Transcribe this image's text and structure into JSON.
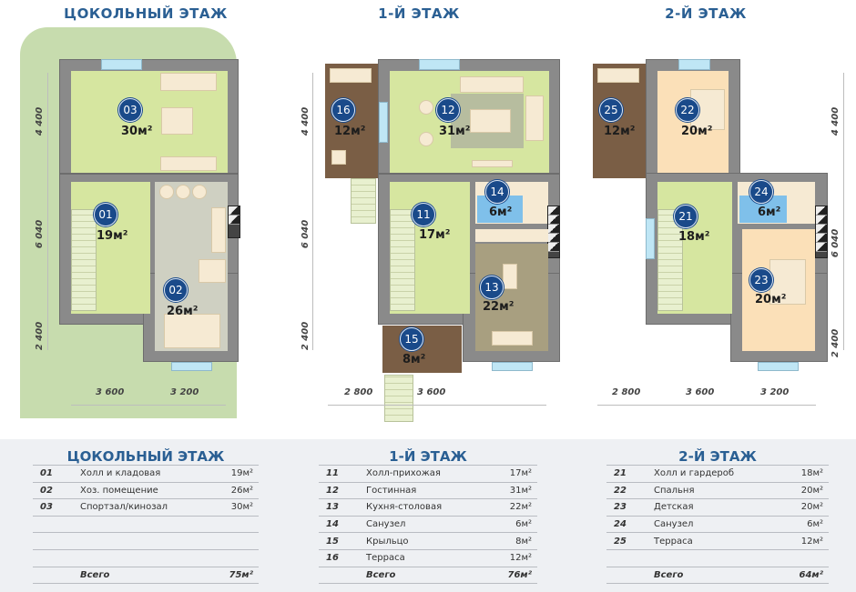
{
  "floors": [
    {
      "title": "ЦОКОЛЬНЫЙ ЭТАЖ",
      "rooms": [
        {
          "num": "03",
          "area": "30м²"
        },
        {
          "num": "01",
          "area": "19м²"
        },
        {
          "num": "02",
          "area": "26м²"
        }
      ],
      "dims": {
        "v": [
          "4 400",
          "6 040",
          "2 400"
        ],
        "h": [
          "3 600",
          "3 200"
        ]
      }
    },
    {
      "title": "1-Й ЭТАЖ",
      "rooms": [
        {
          "num": "16",
          "area": "12м²"
        },
        {
          "num": "12",
          "area": "31м²"
        },
        {
          "num": "14",
          "area": "6м²"
        },
        {
          "num": "11",
          "area": "17м²"
        },
        {
          "num": "13",
          "area": "22м²"
        },
        {
          "num": "15",
          "area": "8м²"
        }
      ],
      "dims": {
        "v": [
          "4 400",
          "6 040",
          "2 400"
        ],
        "h": [
          "2 800",
          "3 600"
        ]
      }
    },
    {
      "title": "2-Й ЭТАЖ",
      "rooms": [
        {
          "num": "25",
          "area": "12м²"
        },
        {
          "num": "22",
          "area": "20м²"
        },
        {
          "num": "24",
          "area": "6м²"
        },
        {
          "num": "21",
          "area": "18м²"
        },
        {
          "num": "23",
          "area": "20м²"
        }
      ],
      "dims": {
        "v": [
          "4 400",
          "6 040",
          "2 400"
        ],
        "h": [
          "2 800",
          "3 600",
          "3 200"
        ]
      }
    }
  ],
  "tables": [
    {
      "title": "ЦОКОЛЬНЫЙ ЭТАЖ",
      "rows": [
        {
          "num": "01",
          "name": "Холл и кладовая",
          "area": "19м²"
        },
        {
          "num": "02",
          "name": "Хоз. помещение",
          "area": "26м²"
        },
        {
          "num": "03",
          "name": "Спортзал/кинозал",
          "area": "30м²"
        },
        {
          "num": "",
          "name": "",
          "area": ""
        },
        {
          "num": "",
          "name": "",
          "area": ""
        },
        {
          "num": "",
          "name": "",
          "area": ""
        }
      ],
      "total_label": "Всего",
      "total": "75м²"
    },
    {
      "title": "1-Й ЭТАЖ",
      "rows": [
        {
          "num": "11",
          "name": "Холл-прихожая",
          "area": "17м²"
        },
        {
          "num": "12",
          "name": "Гостинная",
          "area": "31м²"
        },
        {
          "num": "13",
          "name": "Кухня-столовая",
          "area": "22м²"
        },
        {
          "num": "14",
          "name": "Санузел",
          "area": "6м²"
        },
        {
          "num": "15",
          "name": "Крыльцо",
          "area": "8м²"
        },
        {
          "num": "16",
          "name": "Терраса",
          "area": "12м²"
        }
      ],
      "total_label": "Всего",
      "total": "76м²"
    },
    {
      "title": "2-Й ЭТАЖ",
      "rows": [
        {
          "num": "21",
          "name": "Холл и гардероб",
          "area": "18м²"
        },
        {
          "num": "22",
          "name": "Спальня",
          "area": "20м²"
        },
        {
          "num": "23",
          "name": "Детская",
          "area": "20м²"
        },
        {
          "num": "24",
          "name": "Санузел",
          "area": "6м²"
        },
        {
          "num": "25",
          "name": "Терраса",
          "area": "12м²"
        },
        {
          "num": "",
          "name": "",
          "area": ""
        }
      ],
      "total_label": "Всего",
      "total": "64м²"
    }
  ],
  "colors": {
    "title_blue": "#2a5f93",
    "badge_blue": "#1a4a8a",
    "wall_gray": "#8a8a8a",
    "lime_room": "#d6e6a0",
    "gray_room": "#cfd0c2",
    "terrace_brown": "#7a5e45",
    "peach_room": "#fbe0b8",
    "bath_blue": "#7fc0ea",
    "kitchen_taupe": "#a89f80",
    "grass_green": "#c7dcae"
  }
}
